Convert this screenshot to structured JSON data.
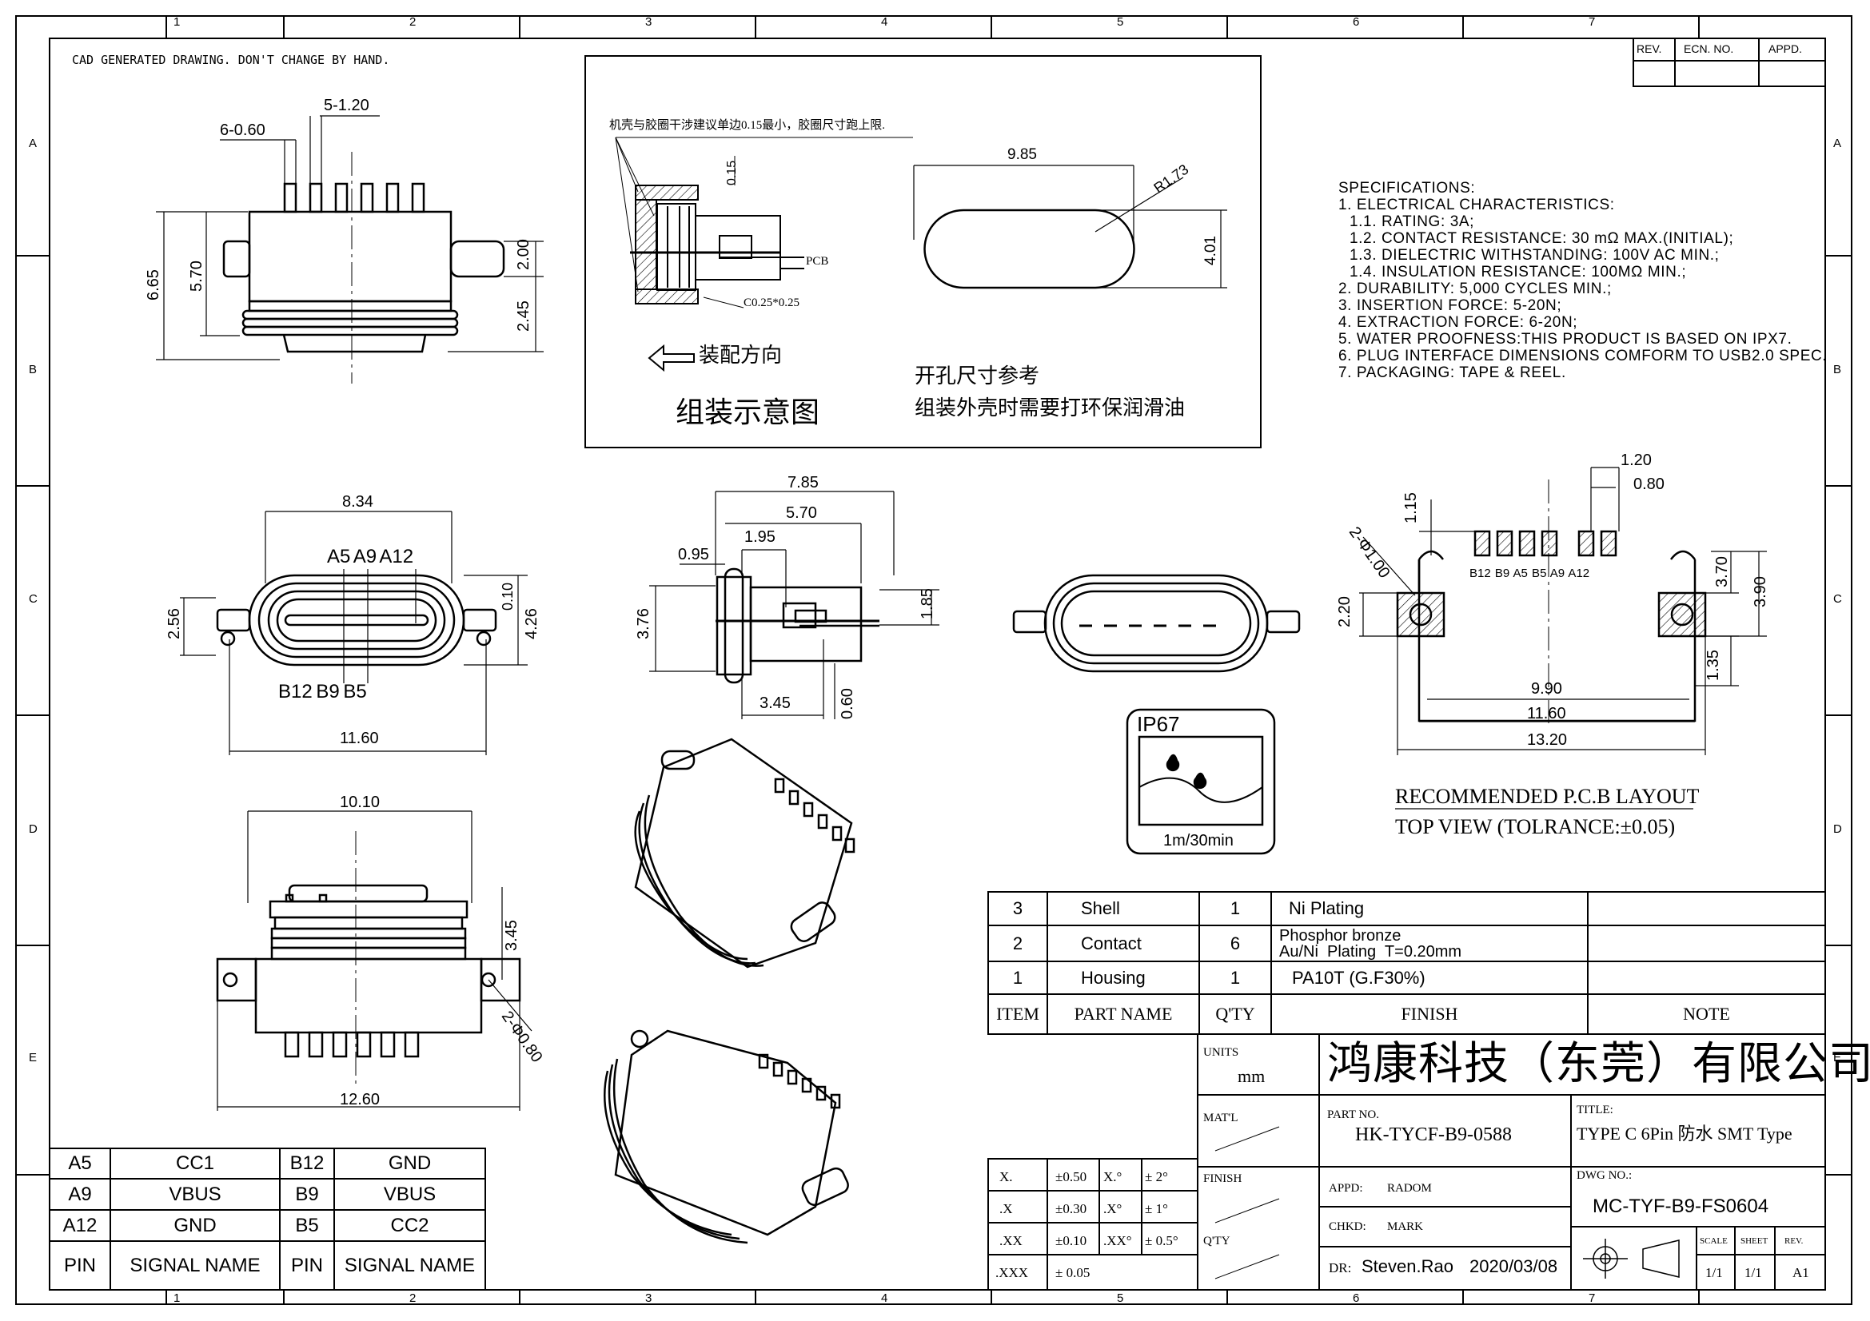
{
  "header": {
    "cad_note": "CAD GENERATED DRAWING. DON'T CHANGE BY HAND.",
    "rev_table": {
      "rev": "REV.",
      "ecn": "ECN. NO.",
      "appd": "APPD."
    }
  },
  "zones": {
    "columns": [
      "1",
      "2",
      "3",
      "4",
      "5",
      "6",
      "7"
    ],
    "rows": [
      "A",
      "B",
      "C",
      "D",
      "E"
    ]
  },
  "assembly_note": {
    "interference_note": "机壳与胶圈干涉建议单边0.15最小，胶圈尺寸跑上限.",
    "dim_015": "0.15",
    "pcb": "PCB",
    "chamfer": "C0.25*0.25",
    "direction": "装配方向",
    "title": "组装示意图",
    "cutout_ref": "开孔尺寸参考",
    "oil_note": "组装外壳时需要打环保润滑油",
    "cutout_w": "9.85",
    "cutout_r": "R1.73",
    "cutout_h": "4.01"
  },
  "specifications": {
    "heading": "SPECIFICATIONS:",
    "lines": [
      "1. ELECTRICAL CHARACTERISTICS:",
      "  1.1. RATING: 3A;",
      "  1.2. CONTACT RESISTANCE: 30 mΩ MAX.(INITIAL);",
      "  1.3. DIELECTRIC WITHSTANDING: 100V AC MIN.;",
      "  1.4. INSULATION RESISTANCE: 100MΩ MIN.;",
      "2. DURABILITY: 5,000 CYCLES MIN.;",
      "3. INSERTION FORCE: 5-20N;",
      "4. EXTRACTION FORCE: 6-20N;",
      "5. WATER PROOFNESS:THIS PRODUCT IS BASED ON IPX7.",
      "6. PLUG INTERFACE DIMENSIONS COMFORM TO USB2.0 SPEC.",
      "7. PACKAGING: TAPE & REEL."
    ]
  },
  "side_view": {
    "d1": "6-0.60",
    "d2": "5-1.20",
    "d3": "6.65",
    "d4": "5.70",
    "d5": "2.00",
    "d6": "2.45"
  },
  "front_view": {
    "d1": "8.34",
    "d2": "2.56",
    "d3": "0.10",
    "d4": "4.26",
    "d5": "11.60",
    "top_pins": "A5  A9  A12",
    "bot_pins": "B12  B9  B5"
  },
  "section_view": {
    "d1": "7.85",
    "d2": "5.70",
    "d3": "1.95",
    "d4": "0.95",
    "d5": "3.76",
    "d6": "1.85",
    "d7": "3.45",
    "d8": "0.60"
  },
  "top_view": {
    "d1": "10.10",
    "d2": "3.45",
    "d3": "2-Φ0.80",
    "d4": "12.60"
  },
  "ip_badge": {
    "rating": "IP67",
    "depth": "1m/30min"
  },
  "pcb_layout": {
    "d_120": "1.20",
    "d_080": "0.80",
    "d_115": "1.15",
    "d_holes": "2-Φ1.00",
    "d_370": "3.70",
    "d_390": "3.90",
    "d_220": "2.20",
    "d_135": "1.35",
    "d_990": "9.90",
    "d_1160": "11.60",
    "d_1320": "13.20",
    "pins": "B12 B9  A5  B5  A9  A12",
    "title": "RECOMMENDED P.C.B LAYOUT",
    "subtitle": "TOP VIEW (TOLRANCE:±0.05)"
  },
  "bom": {
    "rows": [
      {
        "item": "3",
        "name": "Shell",
        "qty": "1",
        "finish": "Ni  Plating",
        "note": ""
      },
      {
        "item": "2",
        "name": "Contact",
        "qty": "6",
        "finish": "Phosphor bronze\nAu/Ni  Plating  T=0.20mm",
        "note": ""
      },
      {
        "item": "1",
        "name": "Housing",
        "qty": "1",
        "finish": "PA10T (G.F30%)",
        "note": ""
      }
    ],
    "headers": {
      "item": "ITEM",
      "name": "PART  NAME",
      "qty": "Q'TY",
      "finish": "FINISH",
      "note": "NOTE"
    }
  },
  "pin_table": {
    "rows": [
      [
        "A5",
        "CC1",
        "B12",
        "GND"
      ],
      [
        "A9",
        "VBUS",
        "B9",
        "VBUS"
      ],
      [
        "A12",
        "GND",
        "B5",
        "CC2"
      ]
    ],
    "headers": [
      "PIN",
      "SIGNAL NAME",
      "PIN",
      "SIGNAL NAME"
    ]
  },
  "title_block": {
    "company": "鸿康科技（东莞）有限公司",
    "units_label": "UNITS",
    "units": "mm",
    "matl_label": "MAT'L",
    "part_no_label": "PART NO.",
    "part_no": "HK-TYCF-B9-0588",
    "title_label": "TITLE:",
    "title": "TYPE C 6Pin 防水 SMT Type",
    "finish_label": "FINISH",
    "appd_label": "APPD:",
    "appd": "RADOM",
    "dwg_no_label": "DWG NO.:",
    "dwg_no": "MC-TYF-B9-FS0604",
    "chkd_label": "CHKD:",
    "chkd": "MARK",
    "qty_label": "Q'TY",
    "dr_label": "DR:",
    "dr": "Steven.Rao",
    "date": "2020/03/08",
    "scale_label": "SCALE",
    "scale": "1/1",
    "sheet_label": "SHEET",
    "sheet": "1/1",
    "rev_label": "REV.",
    "rev": "A1",
    "tolerances": [
      [
        "X.",
        "±0.50",
        "X.°",
        "± 2°"
      ],
      [
        ".X",
        "±0.30",
        ".X°",
        "± 1°"
      ],
      [
        ".XX",
        "±0.10",
        ".XX°",
        "± 0.5°"
      ],
      [
        ".XXX",
        "± 0.05",
        "",
        ""
      ]
    ]
  }
}
